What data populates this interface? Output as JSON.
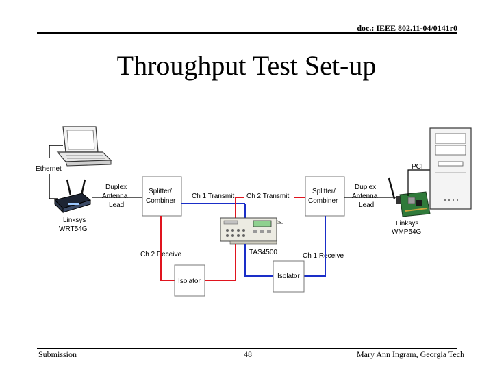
{
  "header": {
    "doc_id": "doc.: IEEE 802.11-04/0141r0"
  },
  "title": "Throughput Test Set-up",
  "diagram": {
    "ethernet": "Ethernet",
    "pci": "PCI",
    "router_name": "Linksys",
    "router_model": "WRT54G",
    "adapter_name": "Linksys",
    "adapter_model": "WMP54G",
    "left_lead": [
      "Duplex",
      "Antenna",
      "Lead"
    ],
    "right_lead": [
      "Duplex",
      "Antenna",
      "Lead"
    ],
    "splitter_left": [
      "Splitter/",
      "Combiner"
    ],
    "splitter_right": [
      "Splitter/",
      "Combiner"
    ],
    "ch1_transmit": "Ch 1 Transmit",
    "ch2_transmit": "Ch 2 Transmit",
    "ch2_receive": "Ch 2 Receive",
    "ch1_receive": "Ch 1 Receive",
    "emulator": "TAS4500",
    "isolator_left": "Isolator",
    "isolator_right": "Isolator",
    "colors": {
      "red_path": "#e0141e",
      "blue_path": "#1a2ec8"
    }
  },
  "footer": {
    "left": "Submission",
    "page": "48",
    "right": "Mary Ann Ingram, Georgia Tech"
  }
}
